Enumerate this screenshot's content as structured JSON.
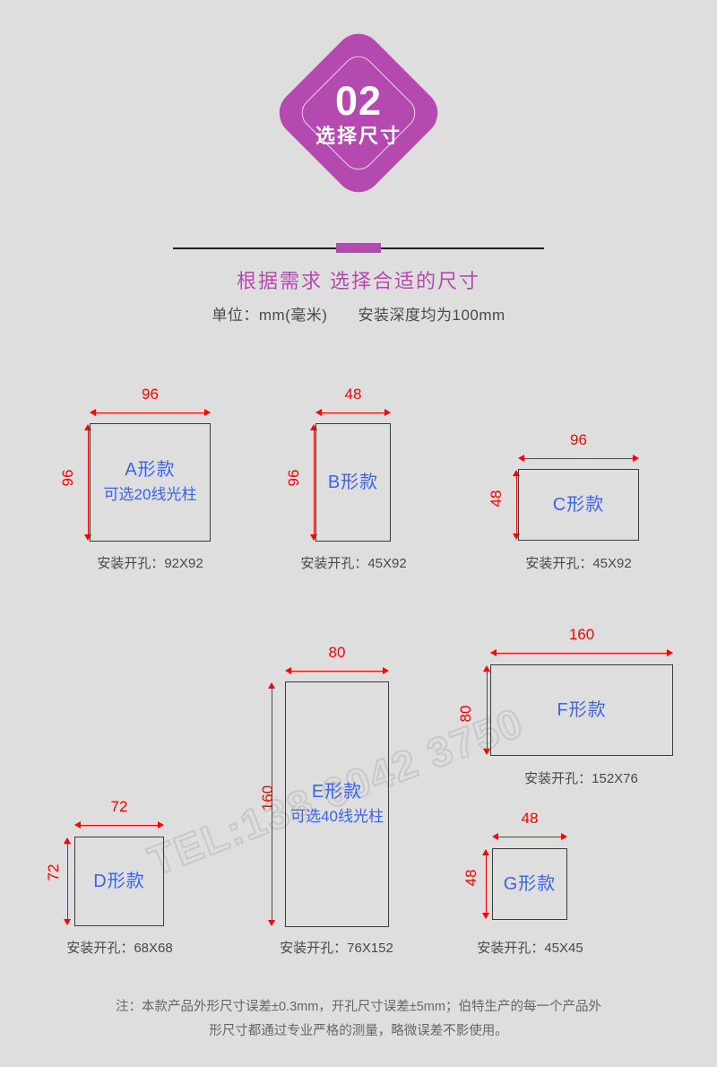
{
  "badge": {
    "number": "02",
    "subtitle": "选择尺寸",
    "color": "#b44ab0"
  },
  "heading": {
    "main": "根据需求 选择合适的尺寸",
    "unit_text": "单位：mm(毫米)",
    "depth_text": "安装深度均为100mm",
    "accent_color": "#b44ab0"
  },
  "watermark": {
    "text": "TEL:138 6042 3750"
  },
  "specs": [
    {
      "id": "A",
      "title": "A形款",
      "note": "可选20线光柱",
      "width_label": "96",
      "height_label": "96",
      "caption": "安装开孔：92X92"
    },
    {
      "id": "B",
      "title": "B形款",
      "note": "",
      "width_label": "48",
      "height_label": "96",
      "caption": "安装开孔：45X92"
    },
    {
      "id": "C",
      "title": "C形款",
      "note": "",
      "width_label": "96",
      "height_label": "48",
      "caption": "安装开孔：45X92"
    },
    {
      "id": "D",
      "title": "D形款",
      "note": "",
      "width_label": "72",
      "height_label": "72",
      "caption": "安装开孔：68X68"
    },
    {
      "id": "E",
      "title": "E形款",
      "note": "可选40线光柱",
      "width_label": "80",
      "height_label": "160",
      "caption": "安装开孔：76X152"
    },
    {
      "id": "F",
      "title": "F形款",
      "note": "",
      "width_label": "160",
      "height_label": "80",
      "caption": "安装开孔：152X76"
    },
    {
      "id": "G",
      "title": "G形款",
      "note": "",
      "width_label": "48",
      "height_label": "48",
      "caption": "安装开孔：45X45"
    }
  ],
  "footer": {
    "line1": "注：本款产品外形尺寸误差±0.3mm，开孔尺寸误差±5mm；伯特生产的每一个产品外",
    "line2": "形尺寸都通过专业严格的测量，略微误差不影使用。"
  }
}
